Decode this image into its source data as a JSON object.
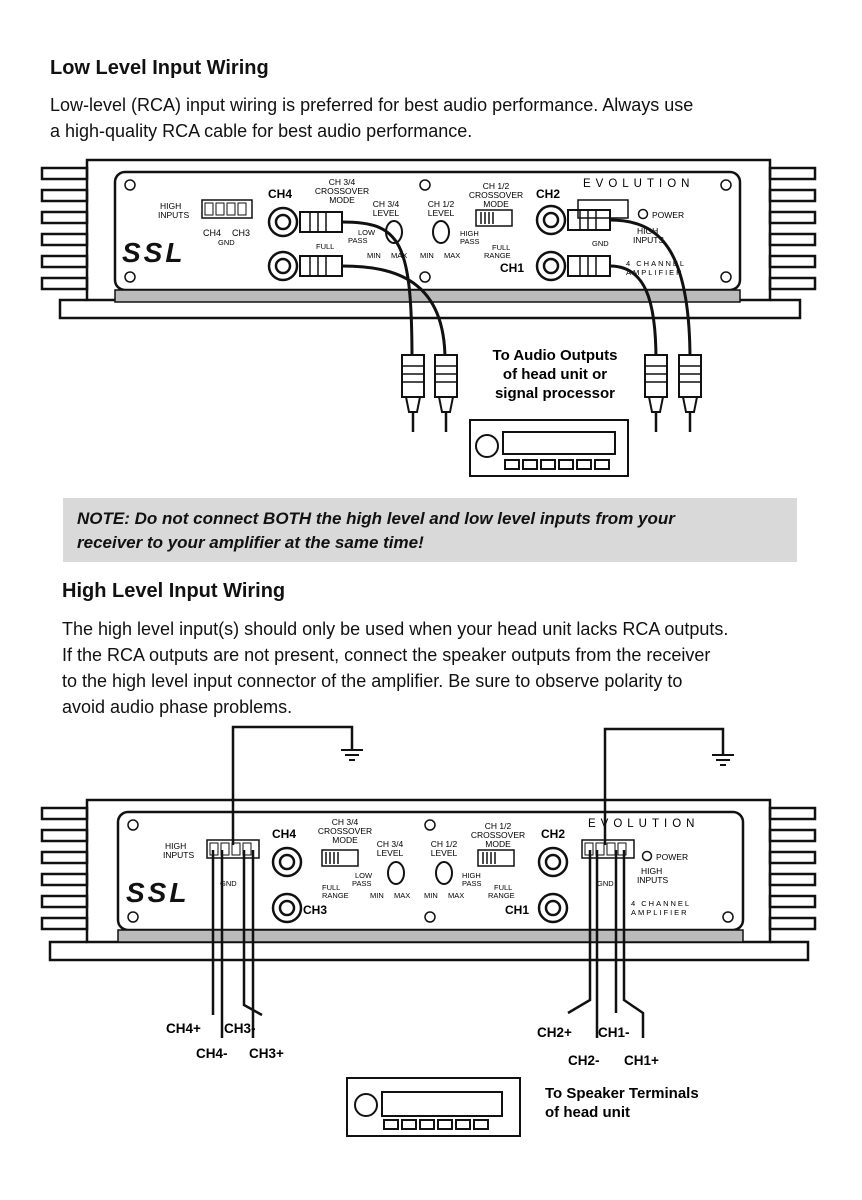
{
  "low": {
    "heading": "Low Level Input Wiring",
    "intro_line1": "Low-level (RCA) input wiring is preferred for best audio performance. Always use",
    "intro_line2": "a high-quality RCA cable for best audio performance.",
    "headunit_caption": [
      "To Audio Outputs",
      "of head unit or",
      "signal processor"
    ]
  },
  "note": {
    "line1": "NOTE: Do not connect BOTH the high level and low level inputs from your",
    "line2": "receiver to your amplifier at the same time!"
  },
  "high": {
    "heading": "High Level Input Wiring",
    "lines": [
      "The high level input(s) should only be used when your head unit lacks RCA outputs.",
      "If the RCA outputs are not present, connect the speaker outputs from the receiver",
      "to the high level input connector of the amplifier. Be sure to observe polarity to",
      "avoid audio phase problems."
    ],
    "wire_labels": {
      "ch4_plus": "CH4+",
      "ch4_minus": "CH4-",
      "ch3_minus": "CH3-",
      "ch3_plus": "CH3+",
      "ch2_plus": "CH2+",
      "ch2_minus": "CH2-",
      "ch1_minus": "CH1-",
      "ch1_plus": "CH1+"
    },
    "headunit_caption": [
      "To Speaker Terminals",
      "of head unit"
    ]
  },
  "amp": {
    "brand": "EVOLUTION",
    "logo": "SSL",
    "high_inputs": [
      "HIGH",
      "INPUTS"
    ],
    "gnd": "GND",
    "ch4_label": "CH4",
    "ch3_label": "CH3",
    "ch2_label": "CH2",
    "ch1_label": "CH1",
    "plus_minus": "+ -",
    "crossover_34": [
      "CH 3/4",
      "CROSSOVER",
      "MODE"
    ],
    "crossover_12": [
      "CH 1/2",
      "CROSSOVER",
      "MODE"
    ],
    "level_34": [
      "CH 3/4",
      "LEVEL"
    ],
    "level_12": [
      "CH 1/2",
      "LEVEL"
    ],
    "low_pass": [
      "LOW",
      "PASS"
    ],
    "high_pass": [
      "HIGH",
      "PASS"
    ],
    "full_range": [
      "FULL",
      "RANGE"
    ],
    "min": "MIN",
    "max": "MAX",
    "power": "POWER",
    "channel_amp": [
      "4 CHANNEL",
      "AMPLIFIER"
    ]
  }
}
